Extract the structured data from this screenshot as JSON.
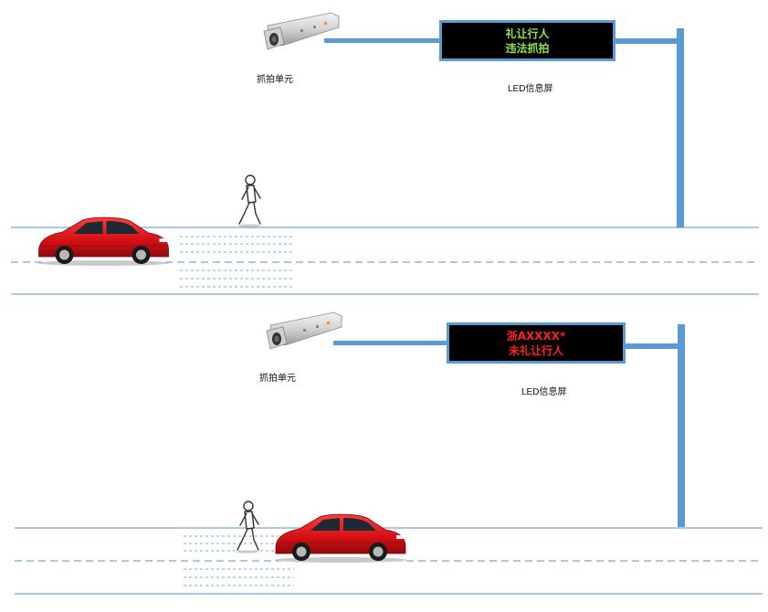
{
  "scenes": [
    {
      "camera_label": "抓拍单元",
      "screen_label": "LED信息屏",
      "led_lines": [
        "礼让行人",
        "违法抓拍"
      ],
      "led_color": "#8fe04a",
      "icons": [
        "surveillance-camera-icon",
        "pedestrian-icon",
        "red-car-icon"
      ]
    },
    {
      "camera_label": "抓拍单元",
      "screen_label": "LED信息屏",
      "led_lines": [
        "浙AXXXX*",
        "未礼让行人"
      ],
      "led_color": "#ff2020",
      "icons": [
        "surveillance-camera-icon",
        "pedestrian-icon",
        "red-car-icon"
      ]
    }
  ],
  "colors": {
    "pole": "#5b9bd5",
    "road_line": "#5b8fd0"
  }
}
